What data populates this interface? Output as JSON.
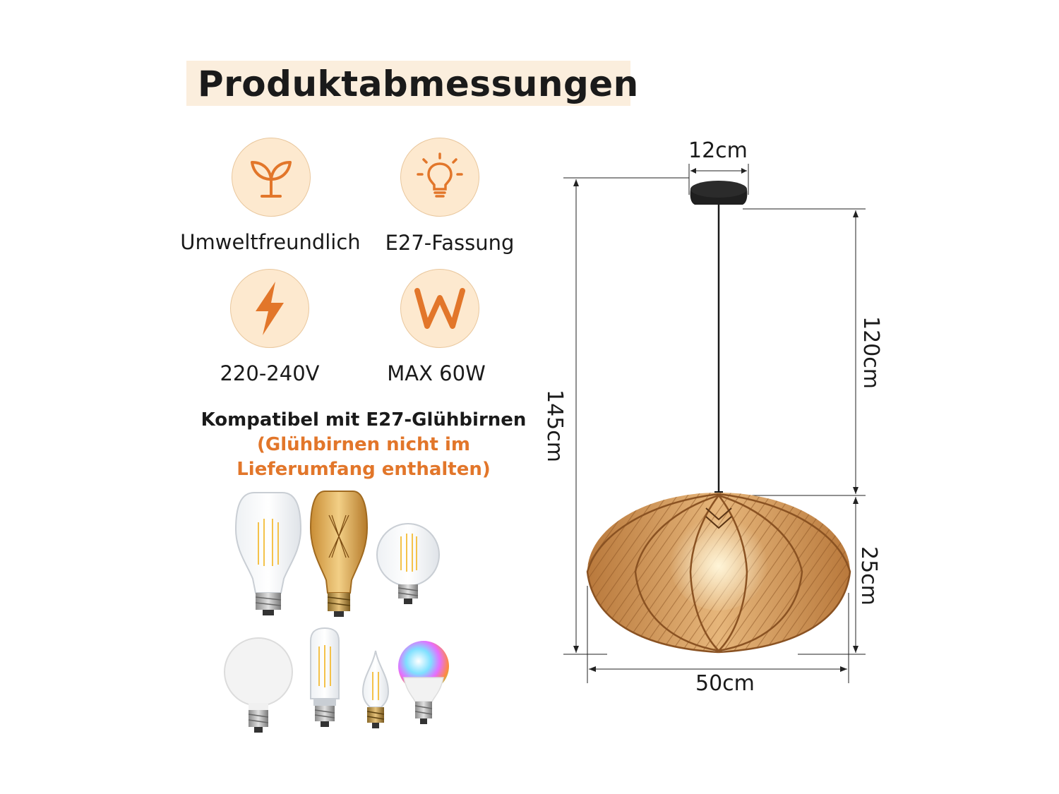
{
  "title": "Produktabmessungen",
  "features": [
    {
      "label": "Umweltfreundlich",
      "icon": "leaf-sprout-icon"
    },
    {
      "label": "E27-Fassung",
      "icon": "light-bulb-icon"
    },
    {
      "label": "220-240V",
      "icon": "lightning-bolt-icon"
    },
    {
      "label": "MAX 60W",
      "icon": "watt-w-icon"
    }
  ],
  "compatibility": {
    "line1": "Kompatibel mit E27-Glühbirnen",
    "line2": "(Glühbirnen nicht im",
    "line3": "Lieferumfang enthalten)"
  },
  "dimensions": {
    "canopy_width": "12cm",
    "total_height": "145cm",
    "cord_length": "120cm",
    "shade_height": "25cm",
    "shade_width": "50cm"
  },
  "colors": {
    "accent_orange": "#e2762a",
    "icon_circle": "#fde9cf",
    "title_bg": "#fbeedd",
    "rattan": "#c98a4a"
  }
}
